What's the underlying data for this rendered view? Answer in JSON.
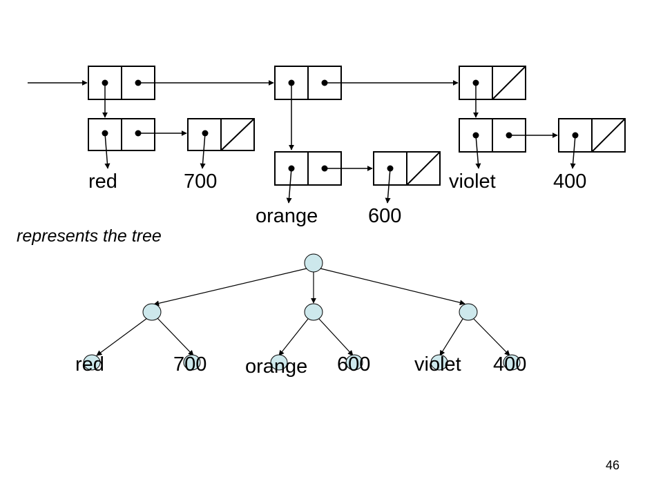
{
  "list_labels": {
    "red": "red",
    "seven_hundred": "700",
    "orange": "orange",
    "six_hundred": "600",
    "violet": "violet",
    "four_hundred": "400"
  },
  "caption": "represents the tree",
  "tree_labels": [
    "red",
    "700",
    "orange",
    "600",
    "violet",
    "400"
  ],
  "page_number": "46",
  "colors": {
    "node_fill": "#cde8ec",
    "stroke": "#000000"
  }
}
